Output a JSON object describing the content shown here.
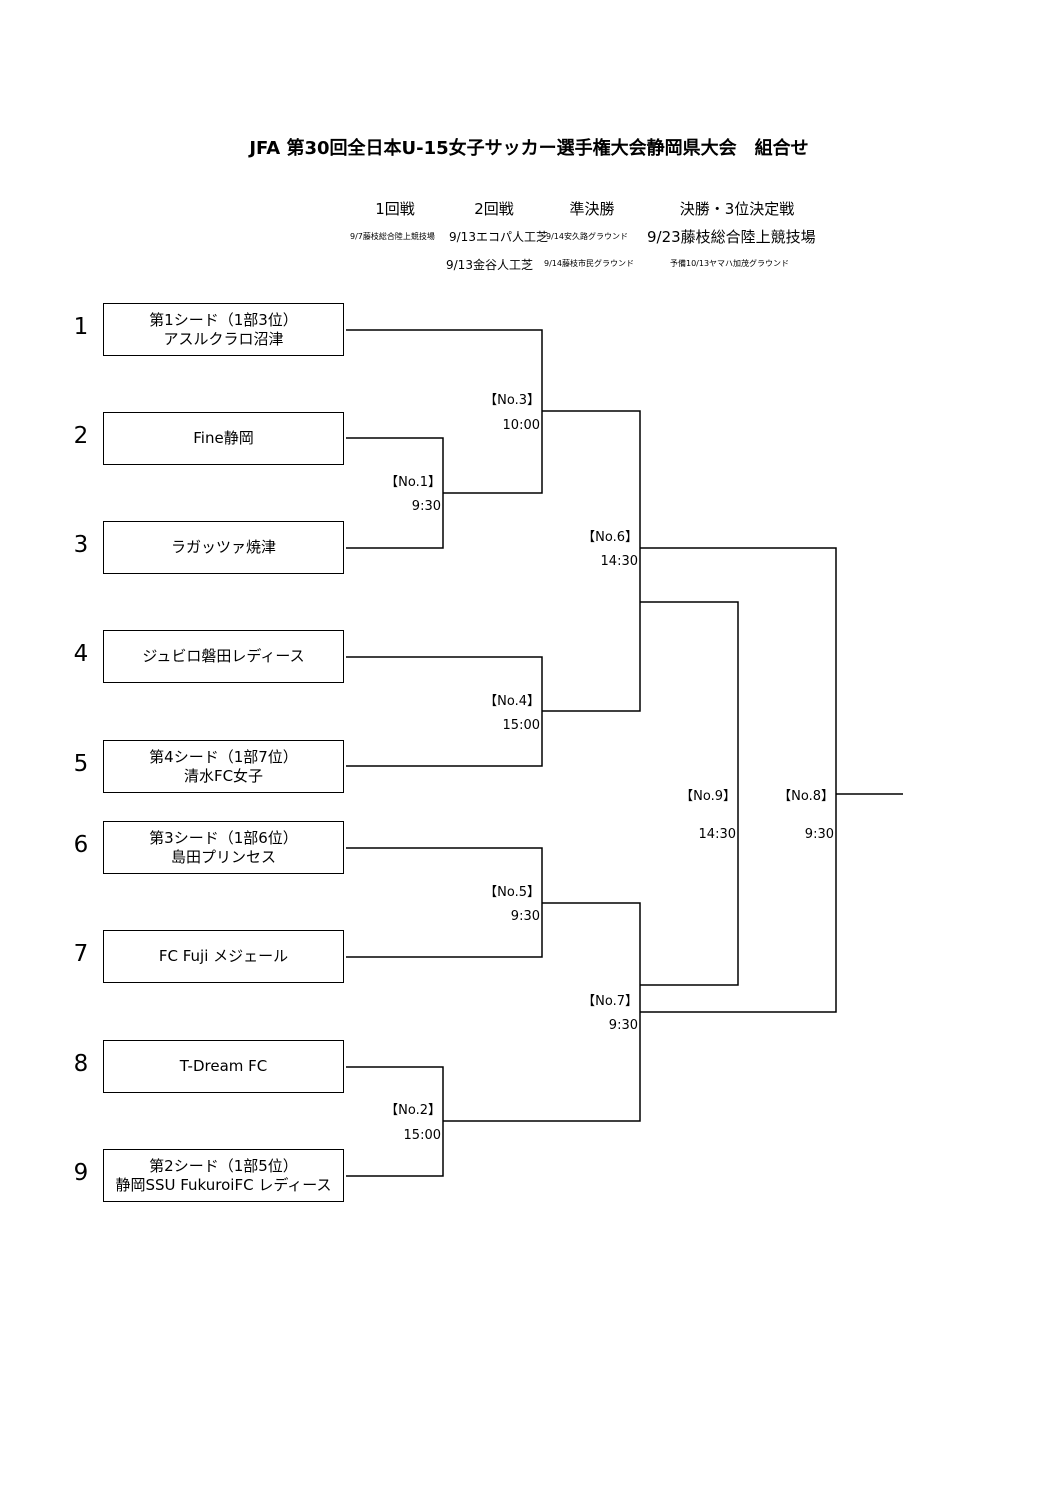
{
  "title": "JFA 第30回全日本U-15女子サッカー選手権大会静岡県大会　組合せ",
  "rounds": [
    {
      "name": "1回戦",
      "venue": "9/7藤枝総合陸上競技場",
      "venue2": ""
    },
    {
      "name": "2回戦",
      "venue": "9/13エコパ人工芝",
      "venue2": "9/13金谷人工芝"
    },
    {
      "name": "準決勝",
      "venue": "9/14安久路グラウンド",
      "venue2": "9/14藤枝市民グラウンド"
    },
    {
      "name": "決勝・3位決定戦",
      "venue": "9/23藤枝総合陸上競技場",
      "venue2": "予備10/13ヤマハ加茂グラウンド"
    }
  ],
  "teams": [
    {
      "num": "1",
      "line1": "第1シード（1部3位）",
      "line2": "アスルクラロ沼津"
    },
    {
      "num": "2",
      "line1": "Fine静岡",
      "line2": ""
    },
    {
      "num": "3",
      "line1": "ラガッツァ焼津",
      "line2": ""
    },
    {
      "num": "4",
      "line1": "ジュビロ磐田レディース",
      "line2": ""
    },
    {
      "num": "5",
      "line1": "第4シード（1部7位）",
      "line2": "清水FC女子"
    },
    {
      "num": "6",
      "line1": "第3シード（1部6位）",
      "line2": "島田プリンセス"
    },
    {
      "num": "7",
      "line1": "FC Fuji メジェール",
      "line2": ""
    },
    {
      "num": "8",
      "line1": "T-Dream FC",
      "line2": ""
    },
    {
      "num": "9",
      "line1": "第2シード（1部5位）",
      "line2": "静岡SSU FukuroiFC レディース"
    }
  ],
  "matches": [
    {
      "no": "【No.1】",
      "time": "9:30"
    },
    {
      "no": "【No.2】",
      "time": "15:00"
    },
    {
      "no": "【No.3】",
      "time": "10:00"
    },
    {
      "no": "【No.4】",
      "time": "15:00"
    },
    {
      "no": "【No.5】",
      "time": "9:30"
    },
    {
      "no": "【No.6】",
      "time": "14:30"
    },
    {
      "no": "【No.7】",
      "time": "9:30"
    },
    {
      "no": "【No.8】",
      "time": "9:30"
    },
    {
      "no": "【No.9】",
      "time": "14:30"
    }
  ]
}
